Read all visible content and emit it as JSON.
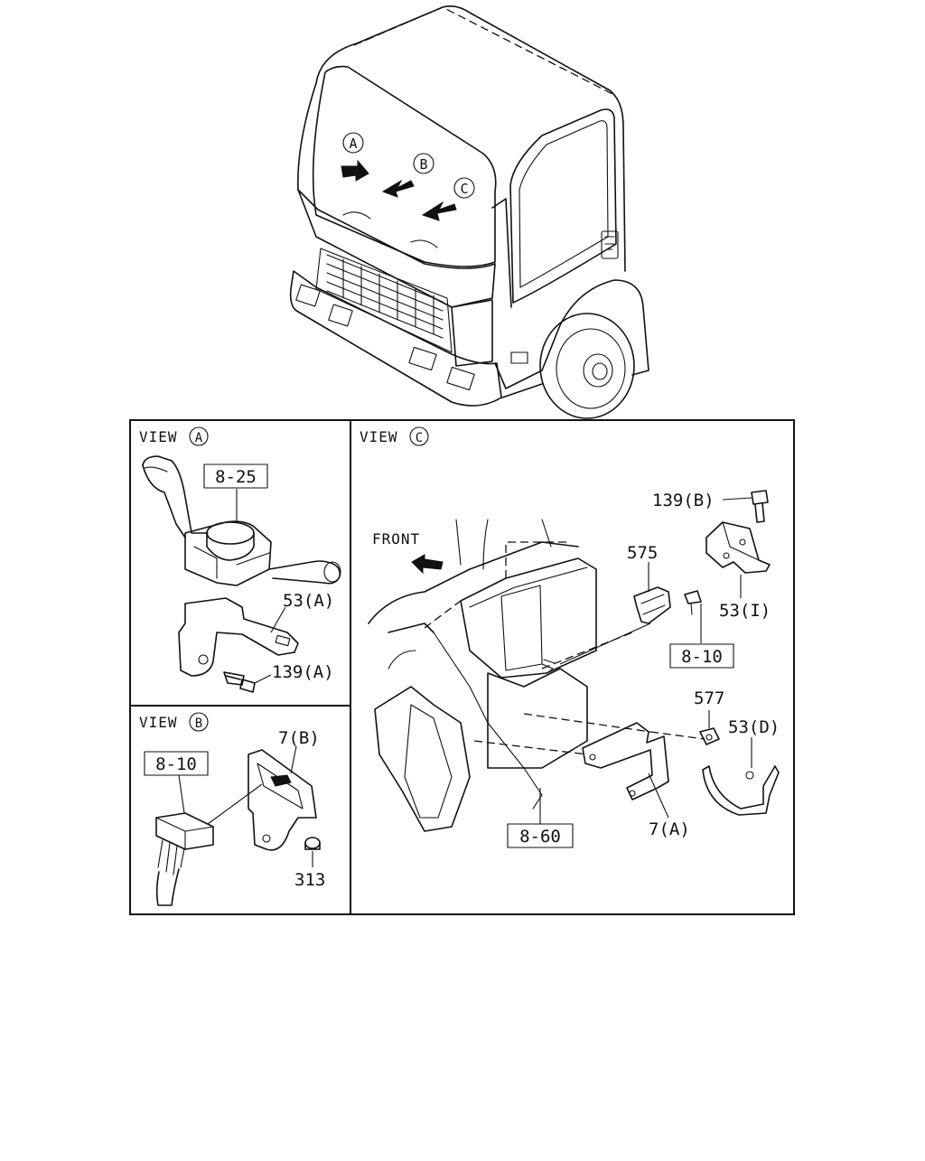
{
  "views": {
    "a": {
      "word": "VIEW",
      "letter": "A"
    },
    "b": {
      "word": "VIEW",
      "letter": "B"
    },
    "c": {
      "word": "VIEW",
      "letter": "C"
    }
  },
  "cab_markers": {
    "a": "A",
    "b": "B",
    "c": "C"
  },
  "front_label": "FRONT",
  "ref_boxes": {
    "a_825": "8-25",
    "b_810": "8-10",
    "c_810": "8-10",
    "c_860": "8-60"
  },
  "parts": {
    "p53a": "53(A)",
    "p139a": "139(A)",
    "p7b": "7(B)",
    "p313": "313",
    "p139b": "139(B)",
    "p575": "575",
    "p53i": "53(I)",
    "p577": "577",
    "p53d": "53(D)",
    "p7a": "7(A)"
  }
}
